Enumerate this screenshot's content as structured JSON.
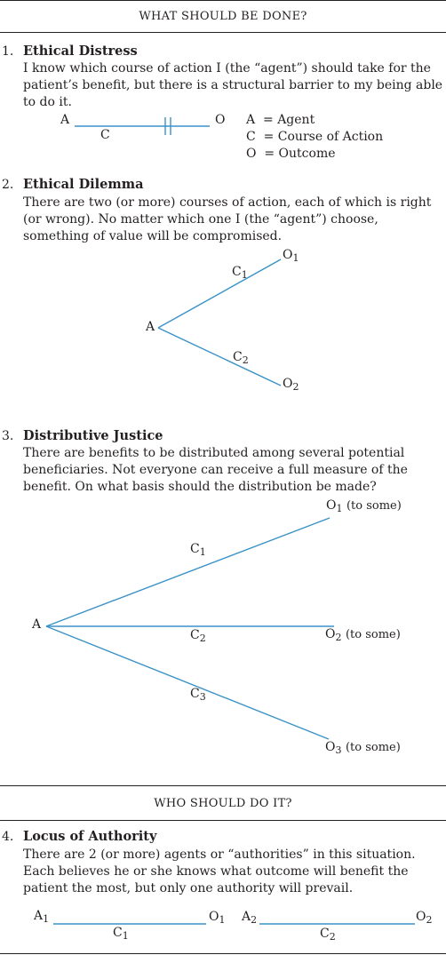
{
  "sections": {
    "what": {
      "header": "WHAT SHOULD BE DONE?"
    },
    "who": {
      "header": "WHO SHOULD DO IT?"
    }
  },
  "items": [
    {
      "number": "1.",
      "title": "Ethical Distress",
      "text": "I know which course of action I (the “agent”) should take for the patient’s benefit, but there is a structural barrier to my being able to do it.",
      "diagram": {
        "agent": "A",
        "course": "C",
        "outcome": "O"
      },
      "legend": [
        "A  = Agent",
        "C  = Course of Action",
        "O  = Outcome"
      ]
    },
    {
      "number": "2.",
      "title": "Ethical Dilemma",
      "text": "There are two (or more) courses of action, each of which is right (or wrong). No matter which one I (the “agent”) choose, something of value will be compromised.",
      "diagram": {
        "agent": "A",
        "courses": [
          {
            "letter": "C",
            "sub": "1"
          },
          {
            "letter": "C",
            "sub": "2"
          }
        ],
        "outcomes": [
          {
            "letter": "O",
            "sub": "1"
          },
          {
            "letter": "O",
            "sub": "2"
          }
        ]
      }
    },
    {
      "number": "3.",
      "title": "Distributive Justice",
      "text": "There are benefits to be distributed among several potential beneficiaries. Not everyone can receive a full measure of the benefit. On what basis should the distribution be made?",
      "diagram": {
        "agent": "A",
        "courses": [
          {
            "letter": "C",
            "sub": "1"
          },
          {
            "letter": "C",
            "sub": "2"
          },
          {
            "letter": "C",
            "sub": "3"
          }
        ],
        "outcomes": [
          {
            "letter": "O",
            "sub": "1",
            "note": "(to some)"
          },
          {
            "letter": "O",
            "sub": "2",
            "note": "(to some)"
          },
          {
            "letter": "O",
            "sub": "3",
            "note": "(to some)"
          }
        ]
      }
    },
    {
      "number": "4.",
      "title": "Locus of Authority",
      "text": "There are 2 (or more) agents or “authorities” in this situation. Each believes he or she knows what outcome will benefit the patient the most, but only one authority will prevail.",
      "diagram": {
        "agents": [
          {
            "letter": "A",
            "sub": "1"
          },
          {
            "letter": "A",
            "sub": "2"
          }
        ],
        "courses": [
          {
            "letter": "C",
            "sub": "1"
          },
          {
            "letter": "C",
            "sub": "2"
          }
        ],
        "outcomes": [
          {
            "letter": "O",
            "sub": "1"
          },
          {
            "letter": "O",
            "sub": "2"
          }
        ]
      }
    }
  ],
  "colors": {
    "line": "#3a92c8",
    "text": "#231f20",
    "rule": "#231f20"
  }
}
